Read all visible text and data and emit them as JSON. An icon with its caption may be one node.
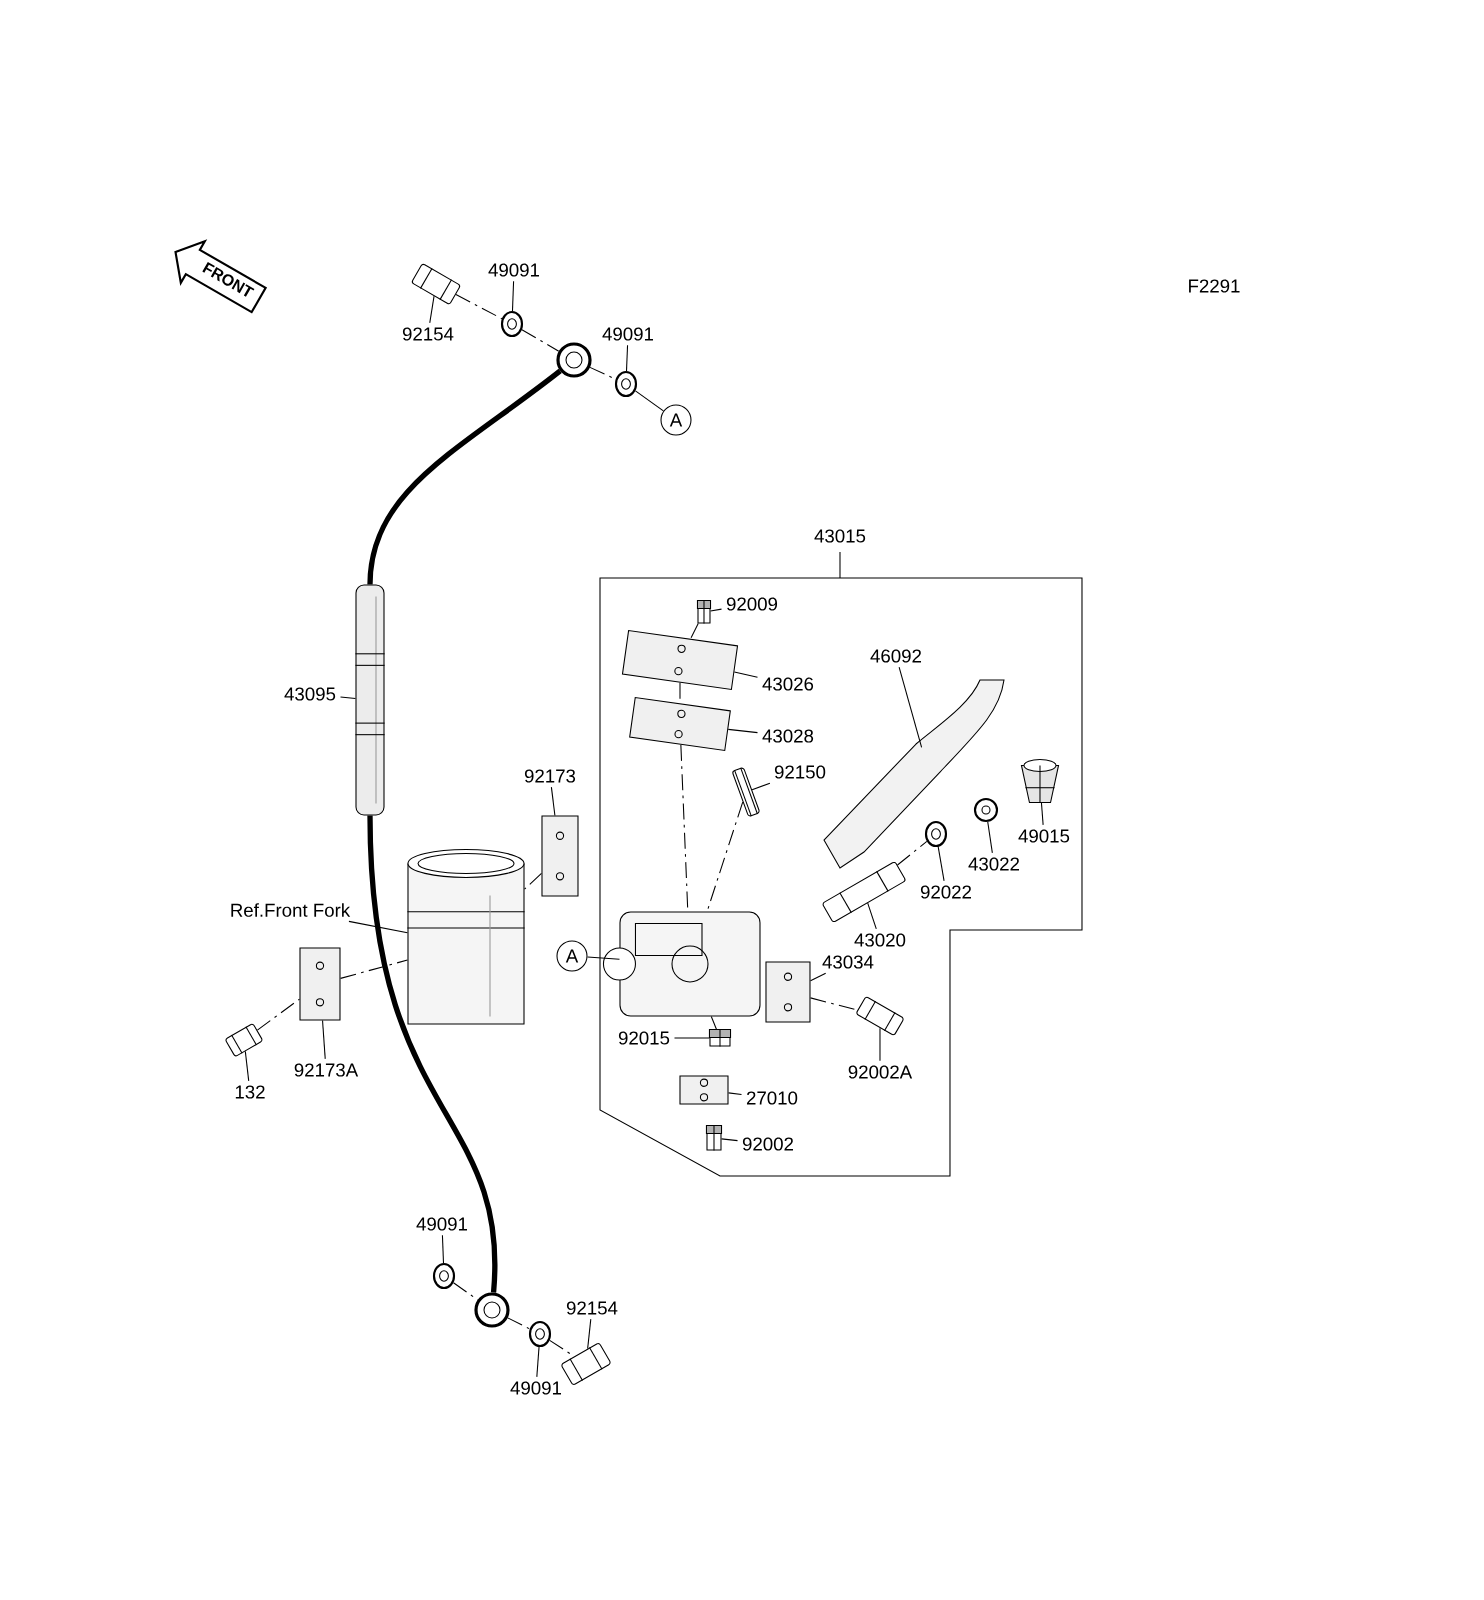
{
  "diagram": {
    "nodes": [
      {
        "text": [
          "43015"
        ]
      },
      {
        "text": [
          "92154"
        ]
      },
      {
        "text": [],
        "shape": "picture"
      },
      {
        "text": [
          "49091"
        ]
      },
      {
        "text": [],
        "shape": "picture"
      },
      {
        "text": [],
        "shape": "picture"
      },
      {
        "text": [
          "49091"
        ]
      },
      {
        "text": [],
        "shape": "picture"
      },
      {
        "text": [
          "A"
        ]
      },
      {
        "text": [
          "43095"
        ]
      },
      {
        "text": [],
        "shape": "picture"
      },
      {
        "text": [
          "92173"
        ]
      },
      {
        "text": [],
        "shape": "picture"
      },
      {
        "text": [
          "Ref.Front Fork"
        ]
      },
      {
        "text": [],
        "shape": "picture"
      },
      {
        "text": [
          "92173A"
        ]
      },
      {
        "text": [],
        "shape": "picture"
      },
      {
        "text": [
          "132"
        ]
      },
      {
        "text": [],
        "shape": "picture"
      },
      {
        "text": [
          "92009"
        ],
        "in": 0
      },
      {
        "text": [],
        "shape": "picture",
        "in": 0
      },
      {
        "text": [
          "43026"
        ],
        "in": 0
      },
      {
        "text": [],
        "shape": "picture",
        "in": 0
      },
      {
        "text": [
          "43028"
        ],
        "in": 0
      },
      {
        "text": [],
        "shape": "picture",
        "in": 0
      },
      {
        "text": [
          "92150"
        ],
        "in": 0
      },
      {
        "text": [],
        "shape": "picture",
        "in": 0
      },
      {
        "text": [
          "46092"
        ],
        "in": 0
      },
      {
        "text": [],
        "shape": "picture",
        "in": 0
      },
      {
        "text": [
          "49015"
        ],
        "in": 0
      },
      {
        "text": [],
        "shape": "picture",
        "in": 0
      },
      {
        "text": [
          "43022"
        ],
        "in": 0
      },
      {
        "text": [],
        "shape": "picture",
        "in": 0
      },
      {
        "text": [
          "92022"
        ],
        "in": 0
      },
      {
        "text": [],
        "shape": "picture",
        "in": 0
      },
      {
        "text": [
          "43020"
        ],
        "in": 0
      },
      {
        "text": [],
        "shape": "picture",
        "in": 0
      },
      {
        "text": [],
        "shape": "picture",
        "in": 0
      },
      {
        "text": [
          "43034"
        ],
        "in": 0
      },
      {
        "text": [],
        "shape": "picture",
        "in": 0
      },
      {
        "text": [
          "92002A"
        ],
        "in": 0
      },
      {
        "text": [],
        "shape": "picture",
        "in": 0
      },
      {
        "text": [
          "92015"
        ],
        "in": 0
      },
      {
        "text": [],
        "shape": "picture",
        "in": 0
      },
      {
        "text": [
          "27010"
        ],
        "in": 0
      },
      {
        "text": [],
        "shape": "picture",
        "in": 0
      },
      {
        "text": [
          "92002"
        ],
        "in": 0
      },
      {
        "text": [],
        "shape": "picture",
        "in": 0
      },
      {
        "text": [
          "A"
        ]
      },
      {
        "text": [],
        "shape": "picture"
      },
      {
        "text": [
          "49091"
        ]
      },
      {
        "text": [],
        "shape": "picture"
      },
      {
        "text": [
          "49091"
        ]
      },
      {
        "text": [],
        "shape": "picture"
      },
      {
        "text": [
          "92154"
        ]
      },
      {
        "text": [],
        "shape": "picture"
      }
    ],
    "edges": [
      {
        "from": 1,
        "to": 2,
        "arrow": "none"
      },
      {
        "from": 3,
        "to": 4,
        "arrow": "none"
      },
      {
        "from": 6,
        "to": 7,
        "arrow": "none"
      },
      {
        "from": 8,
        "to": 7,
        "arrow": "none"
      },
      {
        "from": 9,
        "to": 10,
        "arrow": "none"
      },
      {
        "from": 11,
        "to": 12,
        "arrow": "none"
      },
      {
        "from": 13,
        "to": 14,
        "arrow": "none"
      },
      {
        "from": 15,
        "to": 16,
        "arrow": "none"
      },
      {
        "from": 17,
        "to": 18,
        "arrow": "none"
      },
      {
        "from": 19,
        "to": 20,
        "arrow": "none"
      },
      {
        "from": 21,
        "to": 22,
        "arrow": "none"
      },
      {
        "from": 23,
        "to": 24,
        "arrow": "none"
      },
      {
        "from": 25,
        "to": 26,
        "arrow": "none"
      },
      {
        "from": 27,
        "to": 28,
        "arrow": "none"
      },
      {
        "from": 29,
        "to": 30,
        "arrow": "none"
      },
      {
        "from": 31,
        "to": 32,
        "arrow": "none"
      },
      {
        "from": 33,
        "to": 34,
        "arrow": "none"
      },
      {
        "from": 35,
        "to": 36,
        "arrow": "none"
      },
      {
        "from": 38,
        "to": 39,
        "arrow": "none"
      },
      {
        "from": 40,
        "to": 41,
        "arrow": "none"
      },
      {
        "from": 42,
        "to": 43,
        "arrow": "none"
      },
      {
        "from": 44,
        "to": 45,
        "arrow": "none"
      },
      {
        "from": 46,
        "to": 47,
        "arrow": "none"
      },
      {
        "from": 48,
        "to": 37,
        "arrow": "none"
      },
      {
        "from": 50,
        "to": 51,
        "arrow": "none"
      },
      {
        "from": 52,
        "to": 53,
        "arrow": "none"
      },
      {
        "from": 54,
        "to": 55,
        "arrow": "none"
      },
      {
        "from": 2,
        "to": 4,
        "arrow": "none",
        "style": "dashed"
      },
      {
        "from": 4,
        "to": 5,
        "arrow": "none",
        "style": "dashed"
      },
      {
        "from": 5,
        "to": 7,
        "arrow": "none",
        "style": "dashed"
      },
      {
        "from": 12,
        "to": 14,
        "arrow": "none",
        "style": "dashed"
      },
      {
        "from": 16,
        "to": 14,
        "arrow": "none",
        "style": "dashed"
      },
      {
        "from": 18,
        "to": 16,
        "arrow": "none",
        "style": "dashed"
      },
      {
        "from": 20,
        "to": 22,
        "arrow": "none",
        "style": "dashed"
      },
      {
        "from": 22,
        "to": 24,
        "arrow": "none",
        "style": "dashed"
      },
      {
        "from": 24,
        "to": 37,
        "arrow": "none",
        "style": "dashed"
      },
      {
        "from": 26,
        "to": 37,
        "arrow": "none",
        "style": "dashed"
      },
      {
        "from": 36,
        "to": 34,
        "arrow": "none",
        "style": "dashed"
      },
      {
        "from": 39,
        "to": 41,
        "arrow": "none",
        "style": "dashed"
      },
      {
        "from": 43,
        "to": 37,
        "arrow": "none",
        "style": "dashed"
      },
      {
        "from": 51,
        "to": 49,
        "arrow": "none",
        "style": "dashed"
      },
      {
        "from": 49,
        "to": 53,
        "arrow": "none",
        "style": "dashed"
      },
      {
        "from": 53,
        "to": 55,
        "arrow": "none",
        "style": "dashed"
      },
      {
        "from": 5,
        "to": 10,
        "arrow": "none",
        "style": "thick"
      },
      {
        "from": 10,
        "to": 49,
        "arrow": "none",
        "style": "thick"
      }
    ],
    "labels": [
      "F2291",
      "FRONT"
    ]
  }
}
